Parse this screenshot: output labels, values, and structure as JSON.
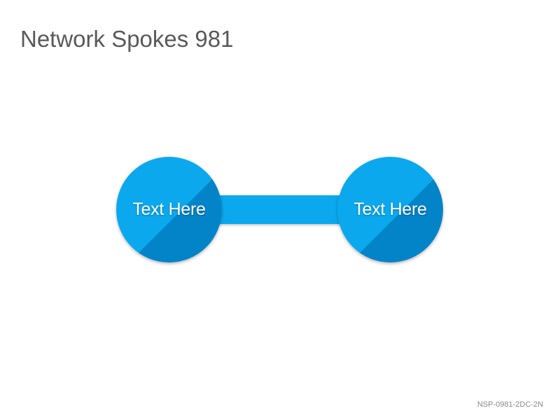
{
  "title": "Network Spokes 981",
  "colors": {
    "accent": "#0BA8EE",
    "accent_dark": "#0484C8",
    "title_text": "#595959",
    "footer_text": "#8A8A8A"
  },
  "nodes": [
    {
      "label": "Text Here"
    },
    {
      "label": "Text Here"
    }
  ],
  "footer_code": "NSP-0981-2DC-2N"
}
